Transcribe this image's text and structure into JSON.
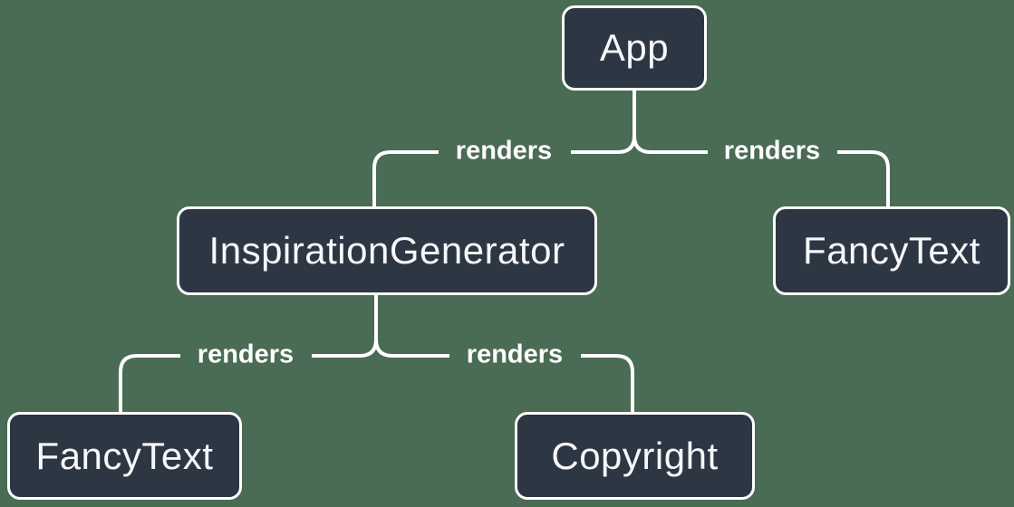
{
  "diagram": {
    "type": "tree",
    "description": "Component render tree",
    "nodes": [
      {
        "id": "app",
        "label": "App"
      },
      {
        "id": "inspiration-generator",
        "label": "InspirationGenerator"
      },
      {
        "id": "fancy-text-top",
        "label": "FancyText"
      },
      {
        "id": "fancy-text-bottom",
        "label": "FancyText"
      },
      {
        "id": "copyright",
        "label": "Copyright"
      }
    ],
    "edges": [
      {
        "from": "app",
        "to": "inspiration-generator",
        "label": "renders"
      },
      {
        "from": "app",
        "to": "fancy-text-top",
        "label": "renders"
      },
      {
        "from": "inspiration-generator",
        "to": "fancy-text-bottom",
        "label": "renders"
      },
      {
        "from": "inspiration-generator",
        "to": "copyright",
        "label": "renders"
      }
    ],
    "colors": {
      "background": "#4a6b54",
      "node_fill": "#2d3643",
      "node_border": "#ffffff",
      "text": "#f6f7f9",
      "edge": "#ffffff"
    }
  }
}
